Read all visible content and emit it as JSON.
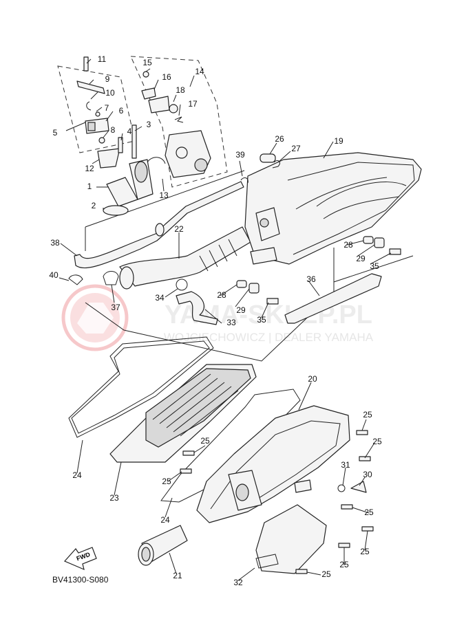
{
  "diagram_code": "BV41300-S080",
  "fwd_label": "FWD",
  "watermark": {
    "name": "YAMA-SKLEP.PL",
    "tagline": "WOJCIECHOWICZ | DEALER YAMAHA"
  },
  "callouts": [
    {
      "id": "c11",
      "text": "11"
    },
    {
      "id": "c9",
      "text": "9"
    },
    {
      "id": "c10",
      "text": "10"
    },
    {
      "id": "c7",
      "text": "7"
    },
    {
      "id": "c6",
      "text": "6"
    },
    {
      "id": "c5",
      "text": "5"
    },
    {
      "id": "c8",
      "text": "8"
    },
    {
      "id": "c4",
      "text": "4"
    },
    {
      "id": "c3",
      "text": "3"
    },
    {
      "id": "c12",
      "text": "12"
    },
    {
      "id": "c1",
      "text": "1"
    },
    {
      "id": "c2",
      "text": "2"
    },
    {
      "id": "c15",
      "text": "15"
    },
    {
      "id": "c16",
      "text": "16"
    },
    {
      "id": "c14",
      "text": "14"
    },
    {
      "id": "c18",
      "text": "18"
    },
    {
      "id": "c17",
      "text": "17"
    },
    {
      "id": "c13",
      "text": "13"
    },
    {
      "id": "c26",
      "text": "26"
    },
    {
      "id": "c27",
      "text": "27"
    },
    {
      "id": "c19",
      "text": "19"
    },
    {
      "id": "c39",
      "text": "39"
    },
    {
      "id": "c22",
      "text": "22"
    },
    {
      "id": "c38",
      "text": "38"
    },
    {
      "id": "c40",
      "text": "40"
    },
    {
      "id": "c37",
      "text": "37"
    },
    {
      "id": "c34",
      "text": "34"
    },
    {
      "id": "c33",
      "text": "33"
    },
    {
      "id": "c28a",
      "text": "28"
    },
    {
      "id": "c29a",
      "text": "29"
    },
    {
      "id": "c35a",
      "text": "35"
    },
    {
      "id": "c28b",
      "text": "28"
    },
    {
      "id": "c29b",
      "text": "29"
    },
    {
      "id": "c35b",
      "text": "35"
    },
    {
      "id": "c36",
      "text": "36"
    },
    {
      "id": "c20",
      "text": "20"
    },
    {
      "id": "c25a",
      "text": "25"
    },
    {
      "id": "c25b",
      "text": "25"
    },
    {
      "id": "c25c",
      "text": "25"
    },
    {
      "id": "c25d",
      "text": "25"
    },
    {
      "id": "c25e",
      "text": "25"
    },
    {
      "id": "c25f",
      "text": "25"
    },
    {
      "id": "c25g",
      "text": "25"
    },
    {
      "id": "c25h",
      "text": "25"
    },
    {
      "id": "c31",
      "text": "31"
    },
    {
      "id": "c30",
      "text": "30"
    },
    {
      "id": "c24a",
      "text": "24"
    },
    {
      "id": "c23",
      "text": "23"
    },
    {
      "id": "c24b",
      "text": "24"
    },
    {
      "id": "c21",
      "text": "21"
    },
    {
      "id": "c32",
      "text": "32"
    }
  ]
}
